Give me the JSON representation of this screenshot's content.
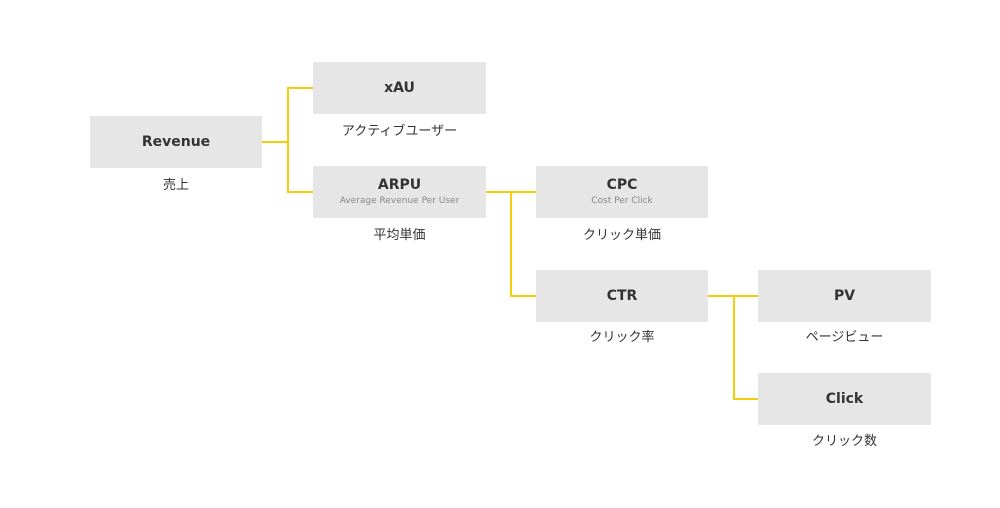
{
  "colors": {
    "connector": "#f5cd0a",
    "node_fill": "#e6e6e6",
    "title_text": "#333333",
    "subtitle_text": "#888888"
  },
  "nodes": {
    "revenue": {
      "title": "Revenue",
      "caption": "売上"
    },
    "xau": {
      "title": "xAU",
      "caption": "アクティブユーザー"
    },
    "arpu": {
      "title": "ARPU",
      "subtitle": "Average Revenue Per User",
      "caption": "平均単価"
    },
    "cpc": {
      "title": "CPC",
      "subtitle": "Cost Per Click",
      "caption": "クリック単価"
    },
    "ctr": {
      "title": "CTR",
      "caption": "クリック率"
    },
    "pv": {
      "title": "PV",
      "caption": "ページビュー"
    },
    "click": {
      "title": "Click",
      "caption": "クリック数"
    }
  },
  "edges": [
    {
      "from": "revenue",
      "to": "xau"
    },
    {
      "from": "revenue",
      "to": "arpu"
    },
    {
      "from": "arpu",
      "to": "cpc"
    },
    {
      "from": "arpu",
      "to": "ctr"
    },
    {
      "from": "ctr",
      "to": "pv"
    },
    {
      "from": "ctr",
      "to": "click"
    }
  ]
}
